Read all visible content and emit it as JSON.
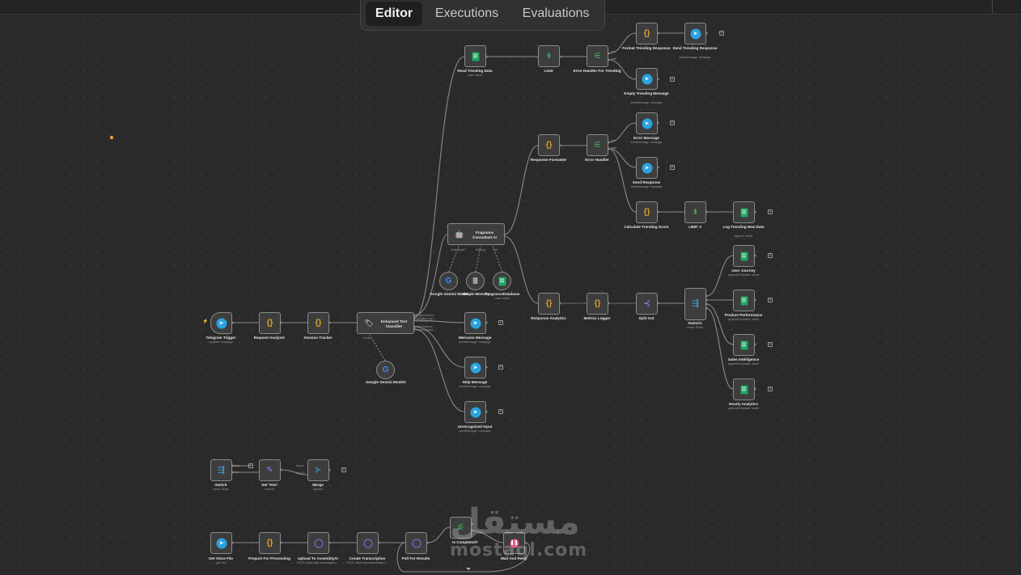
{
  "tabs": [
    {
      "label": "Editor",
      "active": true
    },
    {
      "label": "Executions",
      "active": false
    },
    {
      "label": "Evaluations",
      "active": false
    }
  ],
  "nodes": {
    "read_trending": {
      "label": "Read Trending Data",
      "meta": "read: sheet",
      "icon": "sheet-icon"
    },
    "limit": {
      "label": "Limit",
      "icon": "limit-icon"
    },
    "err_trending": {
      "label": "Error Handler For Trending",
      "icon": "filter-icon"
    },
    "format_trending": {
      "label": "Format Trending Response",
      "icon": "code-icon"
    },
    "send_trending": {
      "label": "Send Trending Response",
      "meta": "sendMessage: message",
      "icon": "telegram-icon"
    },
    "empty_trending": {
      "label": "Empty Trending Message",
      "meta": "sendMessage: message",
      "icon": "telegram-icon"
    },
    "response_formatter": {
      "label": "Response Formatter",
      "icon": "code-icon"
    },
    "error_handler": {
      "label": "Error Handler",
      "icon": "filter-icon"
    },
    "error_message": {
      "label": "Error Message",
      "meta": "sendMessage: message",
      "icon": "telegram-icon"
    },
    "send_response": {
      "label": "Send Response",
      "meta": "sendMessage: message",
      "icon": "telegram-icon"
    },
    "calc_trending": {
      "label": "Calculate Trending Score",
      "icon": "code-icon"
    },
    "limit3": {
      "label": "LIMIT 3",
      "icon": "limit-icon"
    },
    "log_trending": {
      "label": "Log Trending New Data",
      "meta": "append: sheet",
      "icon": "sheet-icon"
    },
    "consultant": {
      "label": "Fragrance Consultant AI",
      "icon": "robot-icon"
    },
    "gemini_model": {
      "label": "Google Gemini Model",
      "icon": "google-icon"
    },
    "simple_memory": {
      "label": "Simple Memory",
      "icon": "database-icon"
    },
    "fragrance_db": {
      "label": "FragranceDatabase",
      "meta": "read: sheet",
      "icon": "sheet-icon"
    },
    "response_analytics": {
      "label": "Response Analytics",
      "icon": "code-icon"
    },
    "metrics_logger": {
      "label": "Metrics Logger",
      "icon": "code-icon"
    },
    "split_out": {
      "label": "Split Out",
      "icon": "split-icon"
    },
    "switch1": {
      "label": "Switch1",
      "meta": "mode: Rules",
      "icon": "switch-icon"
    },
    "user_journey": {
      "label": "User Journey",
      "meta": "appendOrUpdate: sheet",
      "icon": "sheet-icon"
    },
    "product_performance": {
      "label": "Product Performance",
      "meta": "appendOrUpdate: sheet",
      "icon": "sheet-icon"
    },
    "sales_intelligence": {
      "label": "Sales Intelligence",
      "meta": "appendOrUpdate: sheet",
      "icon": "sheet-icon"
    },
    "hourly_analytics": {
      "label": "Hourly Analytics",
      "meta": "appendOrUpdate: sheet",
      "icon": "sheet-icon"
    },
    "telegram_trigger": {
      "label": "Telegram Trigger",
      "meta": "Updates: message",
      "icon": "telegram-icon"
    },
    "request_analyzer": {
      "label": "Request Analyzer",
      "icon": "code-icon"
    },
    "session_tracker": {
      "label": "Session Tracker",
      "icon": "code-icon"
    },
    "classifier": {
      "label": "Enhanced Text Classifier",
      "icon": "tag-icon"
    },
    "gemini_model1": {
      "label": "Google Gemini Model1",
      "icon": "google-icon"
    },
    "welcome": {
      "label": "Welcome Message",
      "meta": "sendMessage: message",
      "icon": "telegram-icon"
    },
    "help": {
      "label": "Help Message",
      "meta": "sendMessage: message",
      "icon": "telegram-icon"
    },
    "unrecognized": {
      "label": "Unrecognized Input",
      "meta": "sendMessage: message",
      "icon": "telegram-icon"
    },
    "switch": {
      "label": "Switch",
      "meta": "mode: Rules",
      "icon": "switch-icon"
    },
    "set_text": {
      "label": "Set 'Text'",
      "meta": "manual",
      "icon": "pencil-icon"
    },
    "merge": {
      "label": "Merge",
      "meta": "append",
      "icon": "merge-icon"
    },
    "get_voice": {
      "label": "Get Voice File",
      "meta": "get: file",
      "icon": "telegram-icon"
    },
    "prepare": {
      "label": "Prepare For Processing",
      "icon": "code-icon"
    },
    "upload": {
      "label": "Upload To AssemblyAI",
      "meta": "POST: https://api.assemblyai.c...",
      "icon": "globe-icon"
    },
    "create_tx": {
      "label": "Create Transcription",
      "meta": "POST: https://api.assemblyai.c...",
      "icon": "globe-icon"
    },
    "poll": {
      "label": "Poll For Results",
      "icon": "globe-icon"
    },
    "is_completed": {
      "label": "Is Completed?",
      "icon": "filter-icon"
    },
    "wait": {
      "label": "Wait And Retry",
      "icon": "pause-icon"
    }
  },
  "port_labels": {
    "true": "true",
    "false": "false",
    "chat_model": "Chat Model*",
    "memory": "Memory",
    "tool": "Tool",
    "model": "Model*",
    "input1": "Input 1",
    "input2": "Input 2",
    "classifier_outputs": [
      "Product inform...",
      "Trending rece...",
      "Greeting or W...",
      "Help Support ...",
      "Unrecognized ..."
    ]
  },
  "watermark": {
    "arabic": "مستقل",
    "latin": "mostaql.com"
  },
  "colors": {
    "canvas": "#2a2a2a",
    "node": "#3d3d3d",
    "edge": "#8a8a8a",
    "telegram": "#2aa3e0",
    "code": "#e0a12c",
    "sheet": "#1fa463",
    "http": "#7b6ee8"
  }
}
